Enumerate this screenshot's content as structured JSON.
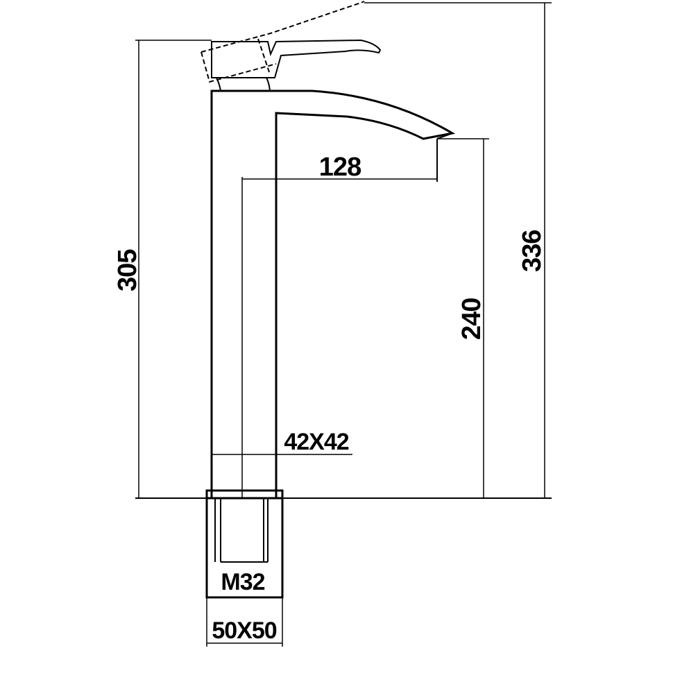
{
  "dimensions": {
    "spout_reach": "128",
    "body_height": "305",
    "spout_height": "240",
    "overall_height": "336",
    "body_section": "42X42",
    "thread": "M32",
    "base_section": "50X50"
  }
}
